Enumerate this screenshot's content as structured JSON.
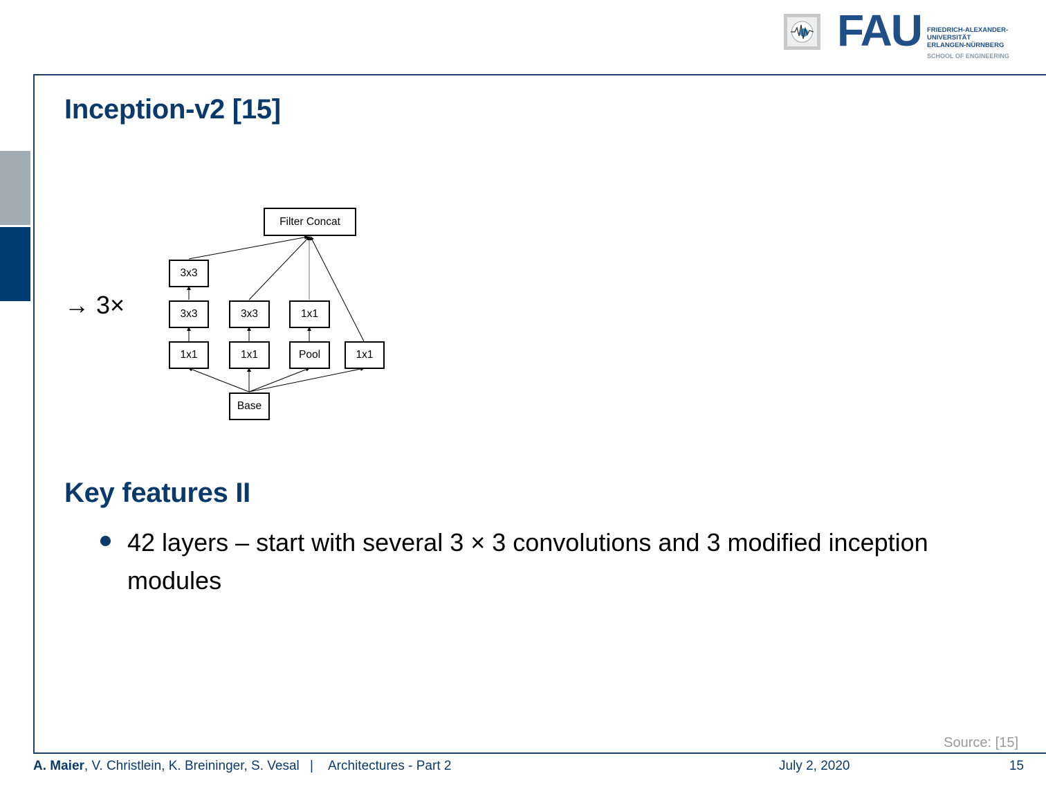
{
  "header": {
    "logo_mark": "FAU",
    "university_lines": [
      "FRIEDRICH-ALEXANDER-",
      "UNIVERSITÄT",
      "ERLANGEN-NÜRNBERG"
    ],
    "school": "SCHOOL OF ENGINEERING",
    "emblem_icon": "pattern-recognition-lab-logo"
  },
  "slide": {
    "title": "Inception-v2 [15]",
    "repeat_label": "→ 3×",
    "section_heading": "Key features II",
    "bullets": [
      "42 layers – start with several 3 × 3 convolutions and 3 modified inception modules"
    ],
    "source": "Source: [15]"
  },
  "diagram": {
    "nodes": {
      "filter_concat": "Filter Concat",
      "a_top": "3x3",
      "a_mid": "3x3",
      "a_bot": "1x1",
      "b_mid": "3x3",
      "b_bot": "1x1",
      "c_mid": "1x1",
      "c_bot": "Pool",
      "d_bot": "1x1",
      "base": "Base"
    }
  },
  "footer": {
    "lead_author": "A. Maier",
    "coauthors": ", V. Christlein, K. Breininger, S. Vesal",
    "separator": "|",
    "course": "Architectures - Part 2",
    "date": "July 2, 2020",
    "page": "15"
  },
  "colors": {
    "brand_blue": "#0a3a6b",
    "frame": "#1b3f66",
    "side_tab_gray": "#a3adb5",
    "side_tab_blue": "#003c71"
  }
}
